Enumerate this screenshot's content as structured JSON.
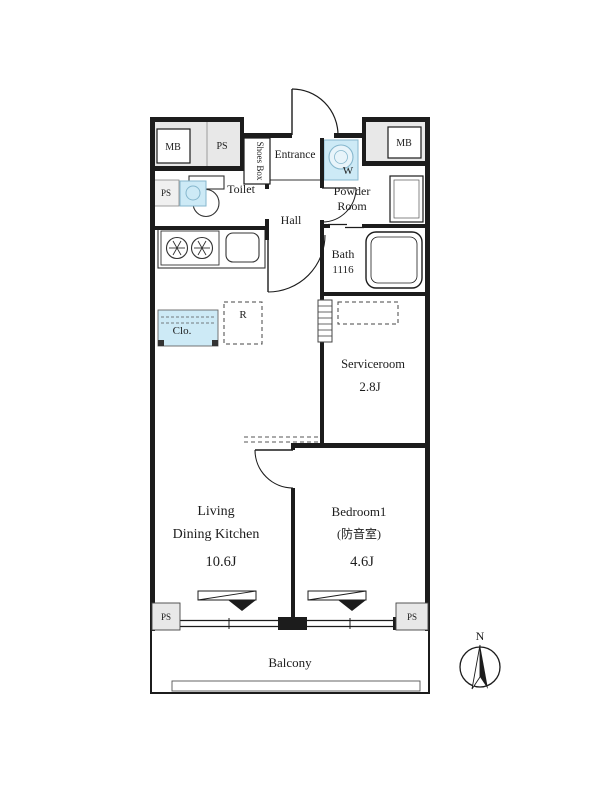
{
  "colors": {
    "wall": "#1c1c1c",
    "shaft_gray": "#e8e8e8",
    "wet_blue": "#cdeaf6",
    "wet_blue_border": "#86b7cd"
  },
  "labels": {
    "mb_top_left": "MB",
    "ps_top_left": "PS",
    "shoes_box": "Shoes Box",
    "entrance": "Entrance",
    "washer": "W",
    "mb_top_right": "MB",
    "ps_toilet": "PS",
    "toilet": "Toilet",
    "hall": "Hall",
    "powder_line1": "Powder",
    "powder_line2": "Room",
    "bath": "Bath",
    "bath_size": "1116",
    "closet": "Clo.",
    "refrigerator": "R",
    "serviceroom": "Serviceroom",
    "serviceroom_size": "2.8J",
    "ldk_line1": "Living",
    "ldk_line2": "Dining Kitchen",
    "ldk_size": "10.6J",
    "bedroom": "Bedroom1",
    "bedroom_note": "(防音室)",
    "bedroom_size": "4.6J",
    "ps_bottom_left": "PS",
    "ps_bottom_right": "PS",
    "balcony": "Balcony",
    "compass_north": "N"
  }
}
